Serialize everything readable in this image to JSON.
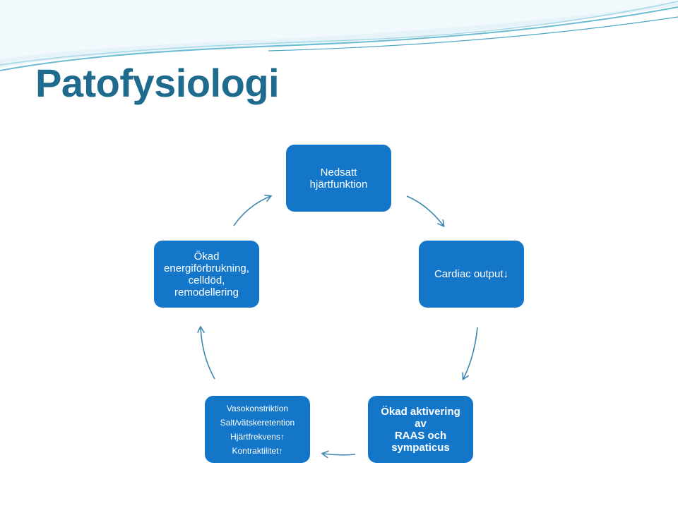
{
  "title": "Patofysiologi",
  "nodes": {
    "top": [
      "Nedsatt",
      "hjärtfunktion"
    ],
    "right": [
      "Cardiac output↓"
    ],
    "bottom_right": [
      "Ökad aktivering av",
      "RAAS och",
      "sympaticus"
    ],
    "bottom_left": [
      "Vasokonstriktion",
      "Salt/vätskeretention",
      "Hjärtfrekvens↑",
      "Kontraktilitet↑"
    ],
    "left": [
      "Ökad",
      "energiförbrukning,",
      "celldöd,",
      "remodellering"
    ]
  },
  "colors": {
    "node_fill": "#1376c9",
    "title": "#1f6b8e",
    "arrow": "#3f87b0",
    "wave": "#7fc4d8"
  }
}
